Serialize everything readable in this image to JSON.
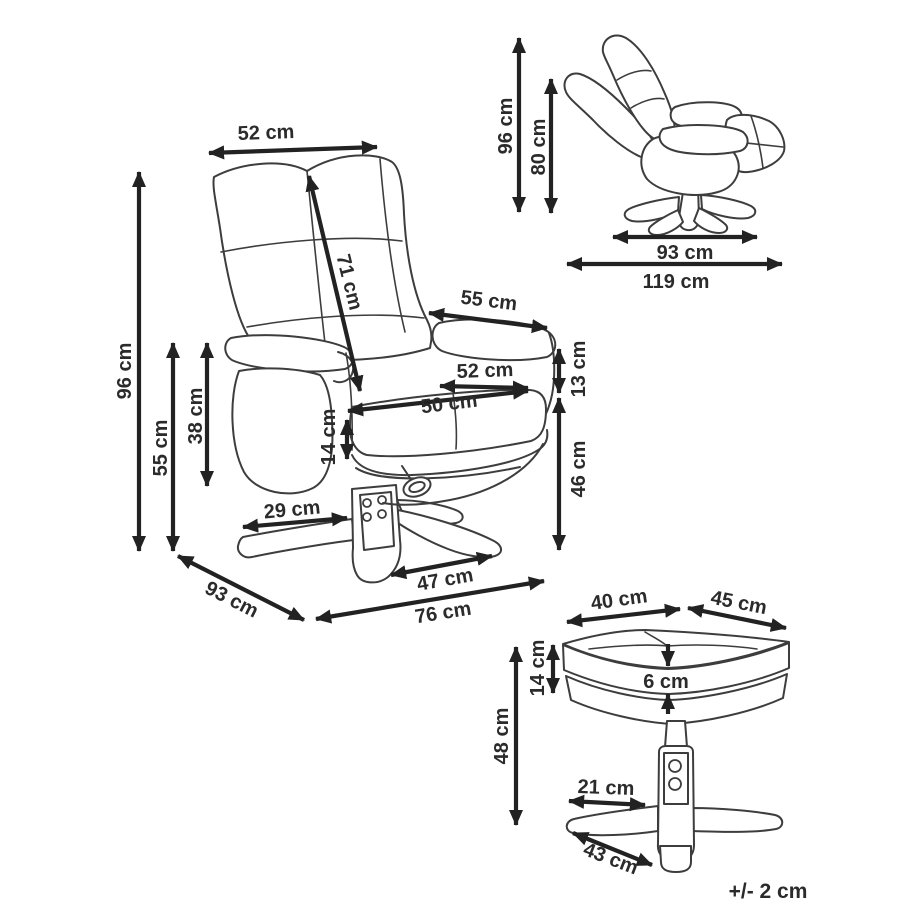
{
  "note": "+/- 2 cm",
  "front_view": {
    "top_width": "52 cm",
    "backrest_length": "71 cm",
    "total_height": "96 cm",
    "back_height": "55 cm",
    "armrest_height": "38 cm",
    "backrest_width": "55 cm",
    "seat_width": "52 cm",
    "seat_depth": "50 cm",
    "armrest_above_seat": "13 cm",
    "seat_height": "46 cm",
    "seat_cushion_thickness": "14 cm",
    "base_leg_inner": "29 cm",
    "base_leg_length": "47 cm",
    "overall_width": "76 cm",
    "overall_depth": "93 cm"
  },
  "side_view": {
    "height_upright": "96 cm",
    "height_reclined": "80 cm",
    "base_width": "93 cm",
    "reclined_length": "119 cm"
  },
  "ottoman": {
    "top_width": "40 cm",
    "top_depth": "45 cm",
    "cushion_height": "14 cm",
    "cushion_edge": "6 cm",
    "total_height": "48 cm",
    "base_leg_inner": "21 cm",
    "base_leg_length": "43 cm"
  }
}
